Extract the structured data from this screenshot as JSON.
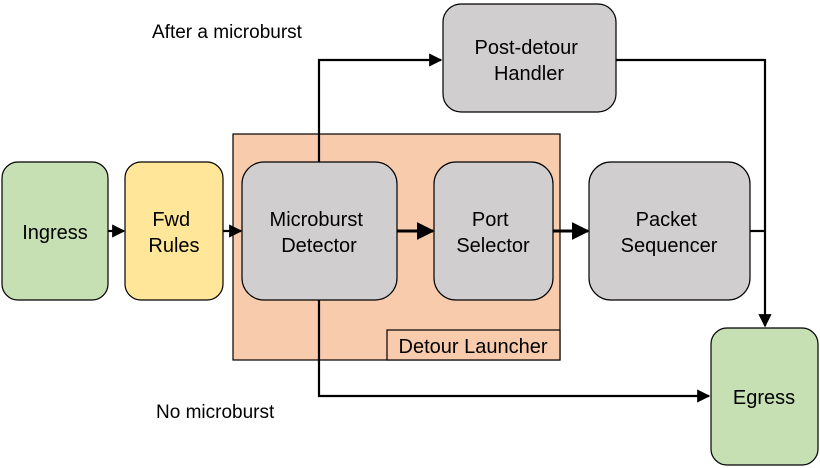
{
  "colors": {
    "green_fill": "#c6e0b4",
    "yellow_fill": "#ffe699",
    "gray_fill": "#d0cece",
    "orange_fill": "#f8cbad",
    "stroke": "#000000"
  },
  "annotations": {
    "after_microburst": "After a microburst",
    "no_microburst": "No microburst"
  },
  "detour_launcher": {
    "label": "Detour Launcher"
  },
  "nodes": {
    "ingress": {
      "lines": [
        "Ingress"
      ]
    },
    "fwd_rules": {
      "lines": [
        "Fwd",
        "Rules"
      ]
    },
    "microburst_detector": {
      "lines": [
        "Microburst",
        "Detector"
      ]
    },
    "port_selector": {
      "lines": [
        "Port",
        "Selector"
      ]
    },
    "packet_sequencer": {
      "lines": [
        "Packet",
        "Sequencer"
      ]
    },
    "post_detour_handler": {
      "lines": [
        "Post-detour",
        "Handler"
      ]
    },
    "egress": {
      "lines": [
        "Egress"
      ]
    }
  }
}
